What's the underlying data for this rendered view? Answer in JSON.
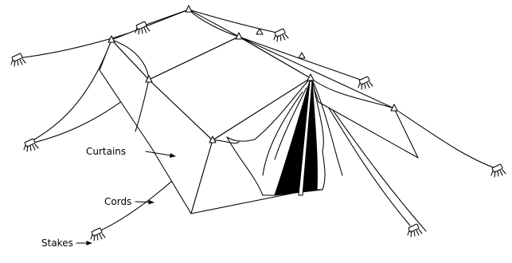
{
  "labels": {
    "curtains": "Curtains",
    "cords": "Cords",
    "stakes": "Stakes"
  },
  "icons": [
    "arrow-right-icon",
    "tent-stake-icon"
  ]
}
